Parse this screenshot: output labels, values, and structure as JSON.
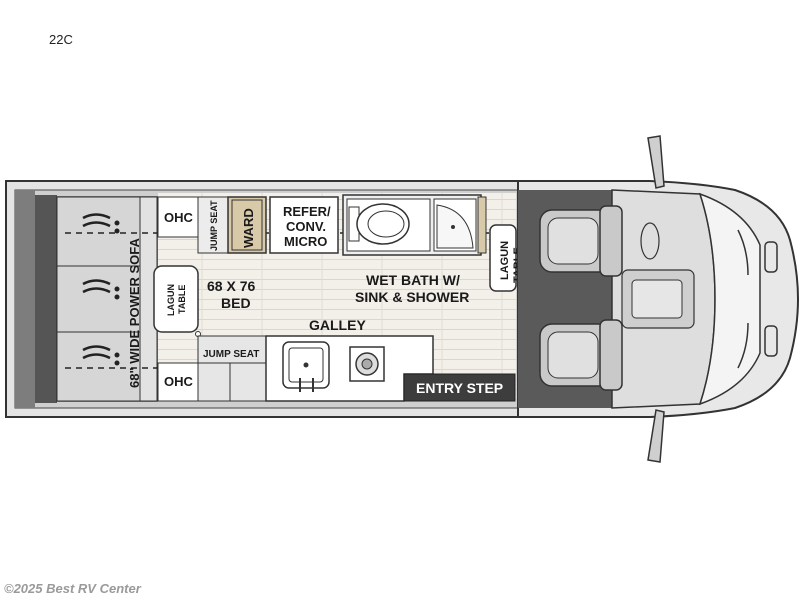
{
  "model": "22C",
  "watermark": "©2025 Best RV Center",
  "labels": {
    "ohc_top": "OHC",
    "ohc_bottom": "OHC",
    "jump_seat_top": "JUMP SEAT",
    "ward": "WARD",
    "refer": [
      "REFER/",
      "CONV.",
      "MICRO"
    ],
    "wet_bath": [
      "WET BATH W/",
      "SINK & SHOWER"
    ],
    "lagun_front": [
      "LAGUN",
      "TABLE"
    ],
    "lagun_rear": [
      "LAGUN",
      "TABLE"
    ],
    "bed": [
      "68 X 76",
      "BED"
    ],
    "sofa": "68\" WIDE POWER SOFA",
    "jump_seat_bottom": "JUMP SEAT",
    "galley": "GALLEY",
    "entry_step": "ENTRY STEP"
  },
  "colors": {
    "body": "#e2e2e2",
    "outline": "#333333",
    "dark_floor": "#4f4f4f",
    "wood": "#d8c9a9",
    "cab_floor": "#5a5a5a",
    "entry_step": "#3d3d3d"
  }
}
